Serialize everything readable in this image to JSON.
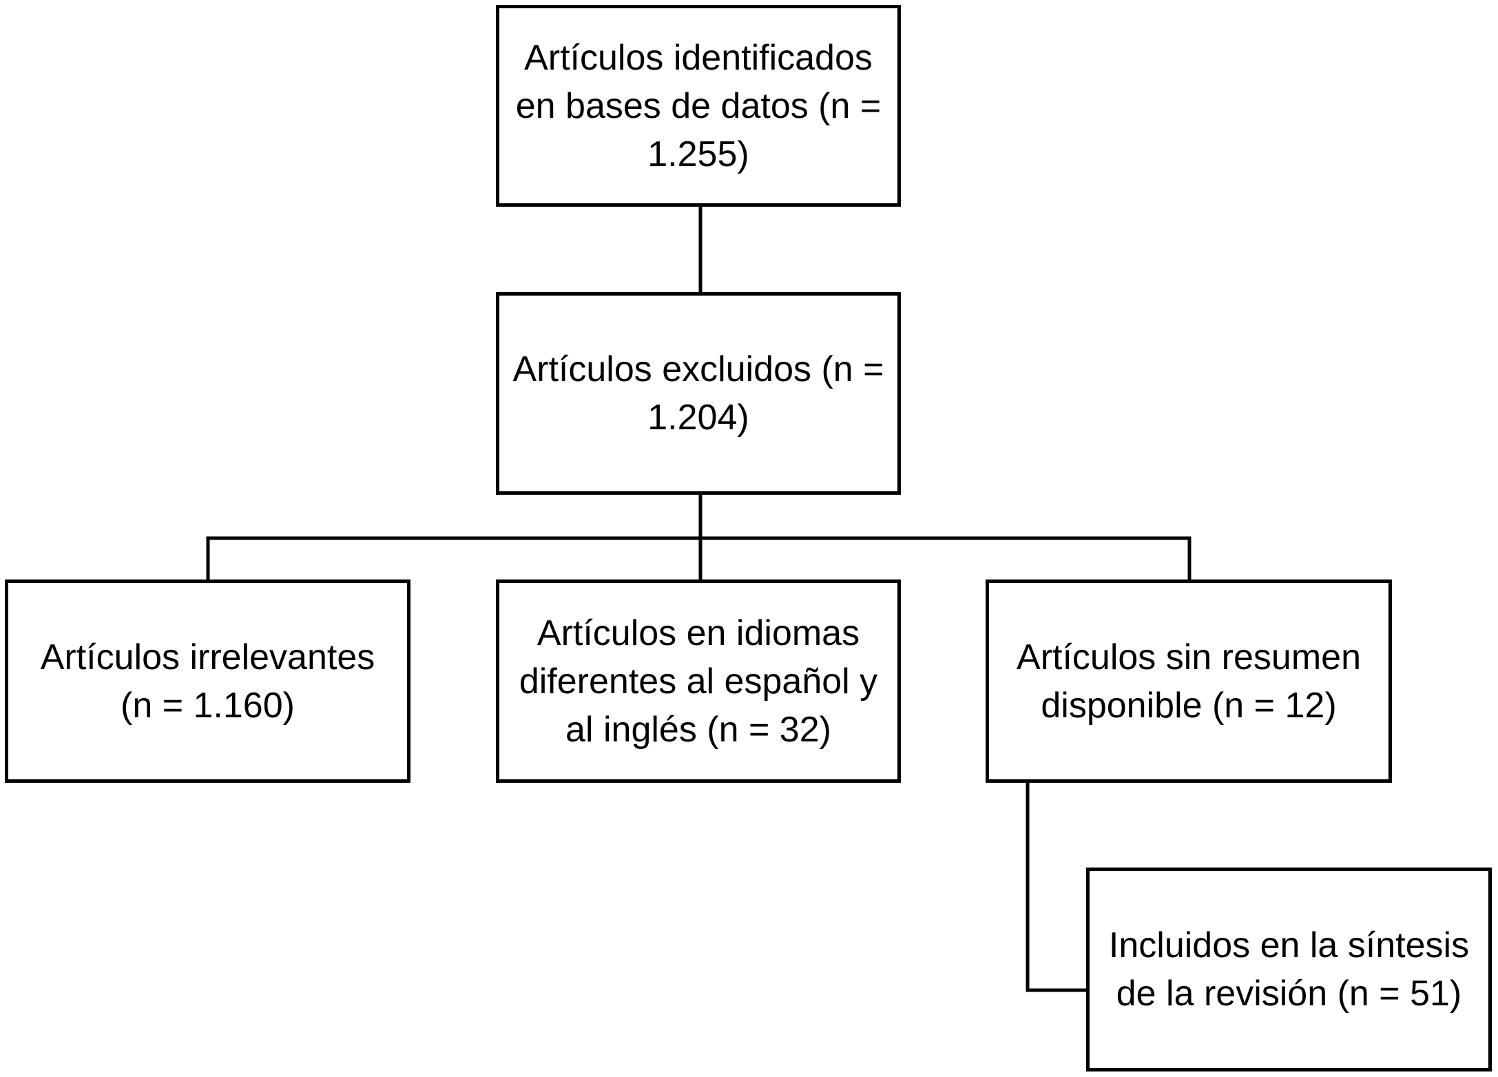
{
  "boxes": {
    "identified": {
      "lines": [
        "Artículos identificados",
        "en bases de datos (n =",
        "1.255)"
      ]
    },
    "excluded": {
      "lines": [
        "Artículos excluidos (n =",
        "1.204)"
      ]
    },
    "irrelevant": {
      "lines": [
        "Artículos irrelevantes",
        "(n = 1.160)"
      ]
    },
    "other_languages": {
      "lines": [
        "Artículos en idiomas",
        "diferentes al español y",
        "al inglés (n = 32)"
      ]
    },
    "no_abstract": {
      "lines": [
        "Artículos sin resumen",
        "disponible (n = 12)"
      ]
    },
    "included": {
      "lines": [
        "Incluidos en la síntesis",
        "de la revisión (n = 51)"
      ]
    }
  },
  "colors": {
    "stroke": "#000000",
    "background": "#ffffff"
  }
}
